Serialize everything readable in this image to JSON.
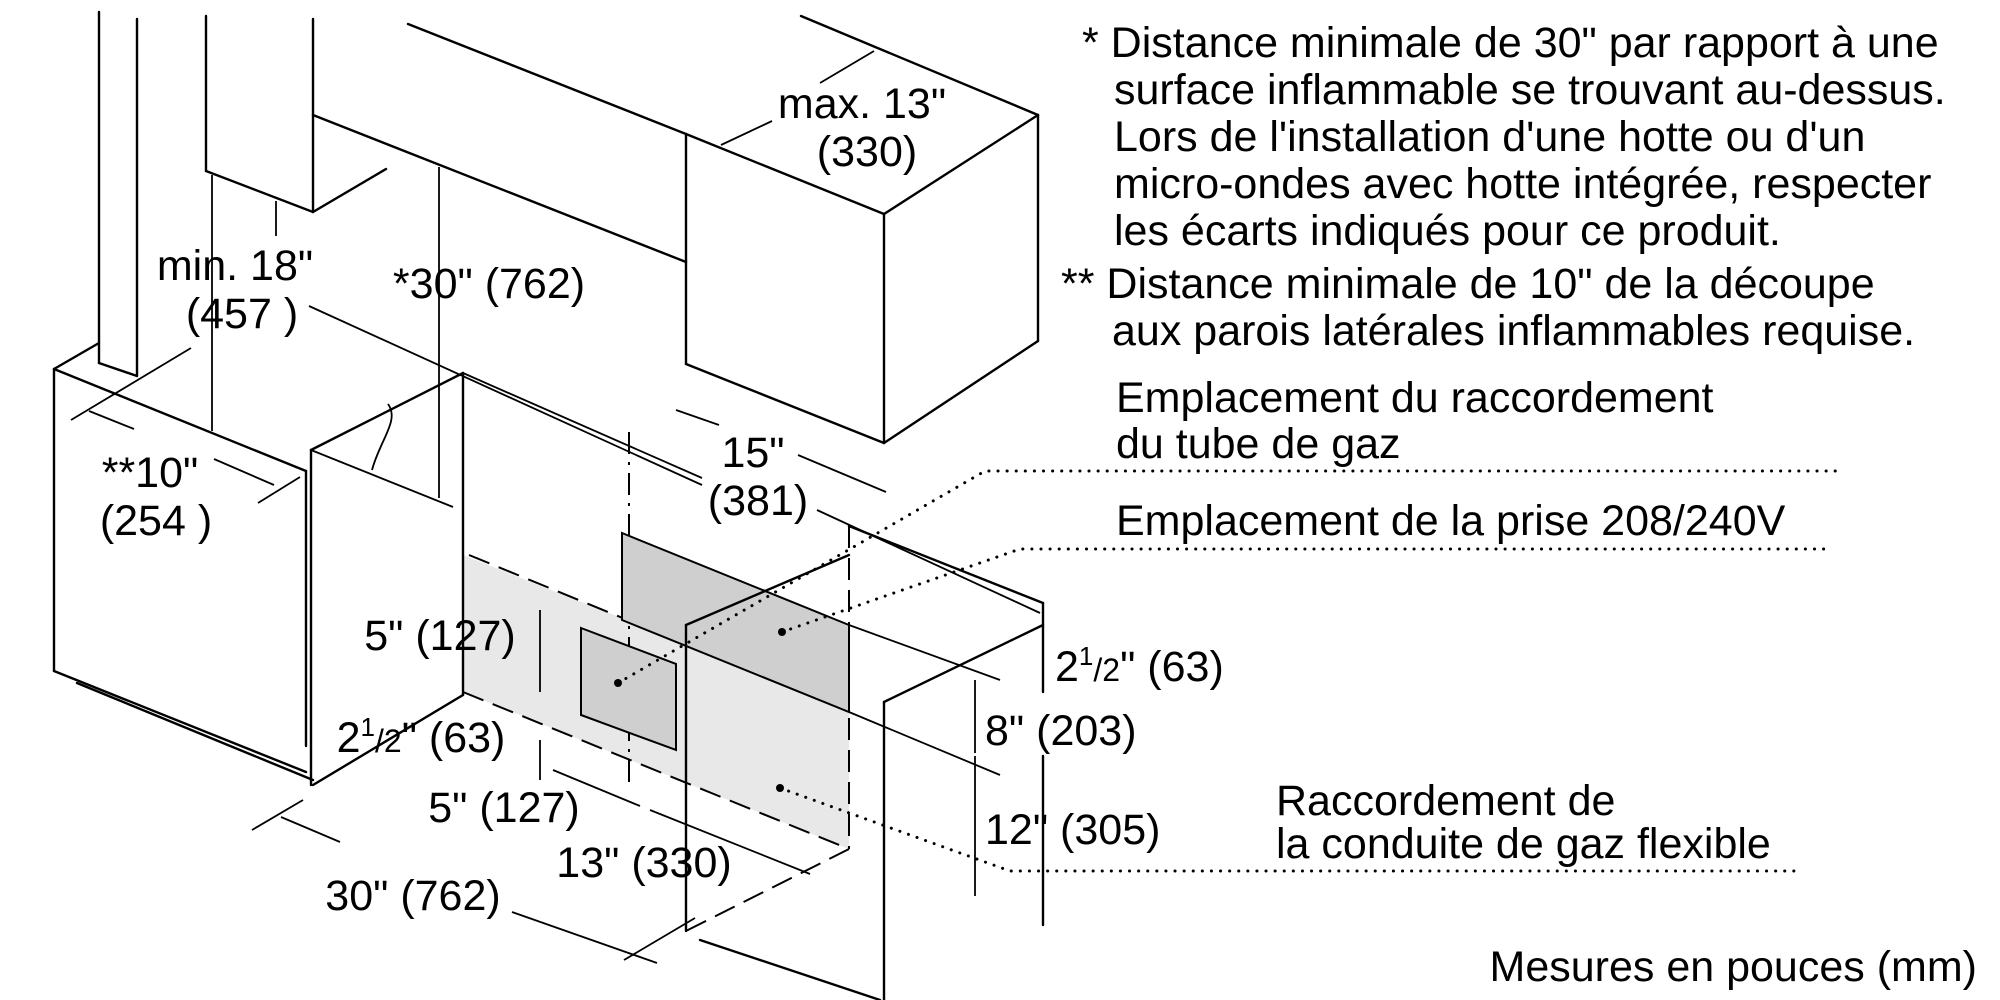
{
  "dimensions": {
    "hood_depth": {
      "in": "max. 13\"",
      "mm": "(330)"
    },
    "min_height": {
      "in": "min. 18\"",
      "mm": "(457 )"
    },
    "clearance_above": "*30\" (762)",
    "side_clearance": {
      "in": "**10\"",
      "mm": "(254 )"
    },
    "gas_offset": {
      "in": "15\"",
      "mm": "(381)"
    },
    "outlet_height": "5\" (127)",
    "bottom_offset": {
      "whole": "2",
      "num": "1",
      "slash": "/",
      "den": "2",
      "rest": "\" (63)"
    },
    "outlet_width": "5\" (127)",
    "cutout_width": "13\" (330)",
    "range_width": "30\" (762)",
    "right_offset": {
      "whole": "2",
      "num": "1",
      "slash": "/",
      "den": "2",
      "rest": "\" (63)"
    },
    "upper_zone": "8\" (203)",
    "lower_zone": "12\" (305)"
  },
  "notes": {
    "note1": [
      "* Distance minimale de 30\" par rapport à une",
      "surface inflammable se trouvant au-dessus.",
      "Lors de l'installation d'une hotte ou d'un",
      "micro-ondes avec hotte intégrée, respecter",
      "les écarts indiqués pour ce produit."
    ],
    "note2": [
      "** Distance minimale de 10\" de la découpe",
      "aux parois latérales inflammables requise."
    ]
  },
  "callouts": {
    "gas_pipe": [
      "Emplacement du raccordement",
      "du tube de gaz"
    ],
    "outlet": "Emplacement de la prise 208/240V",
    "flex_gas": [
      "Raccordement de",
      "la conduite de gaz flexible"
    ]
  },
  "units_note": "Mesures en pouces (mm)"
}
